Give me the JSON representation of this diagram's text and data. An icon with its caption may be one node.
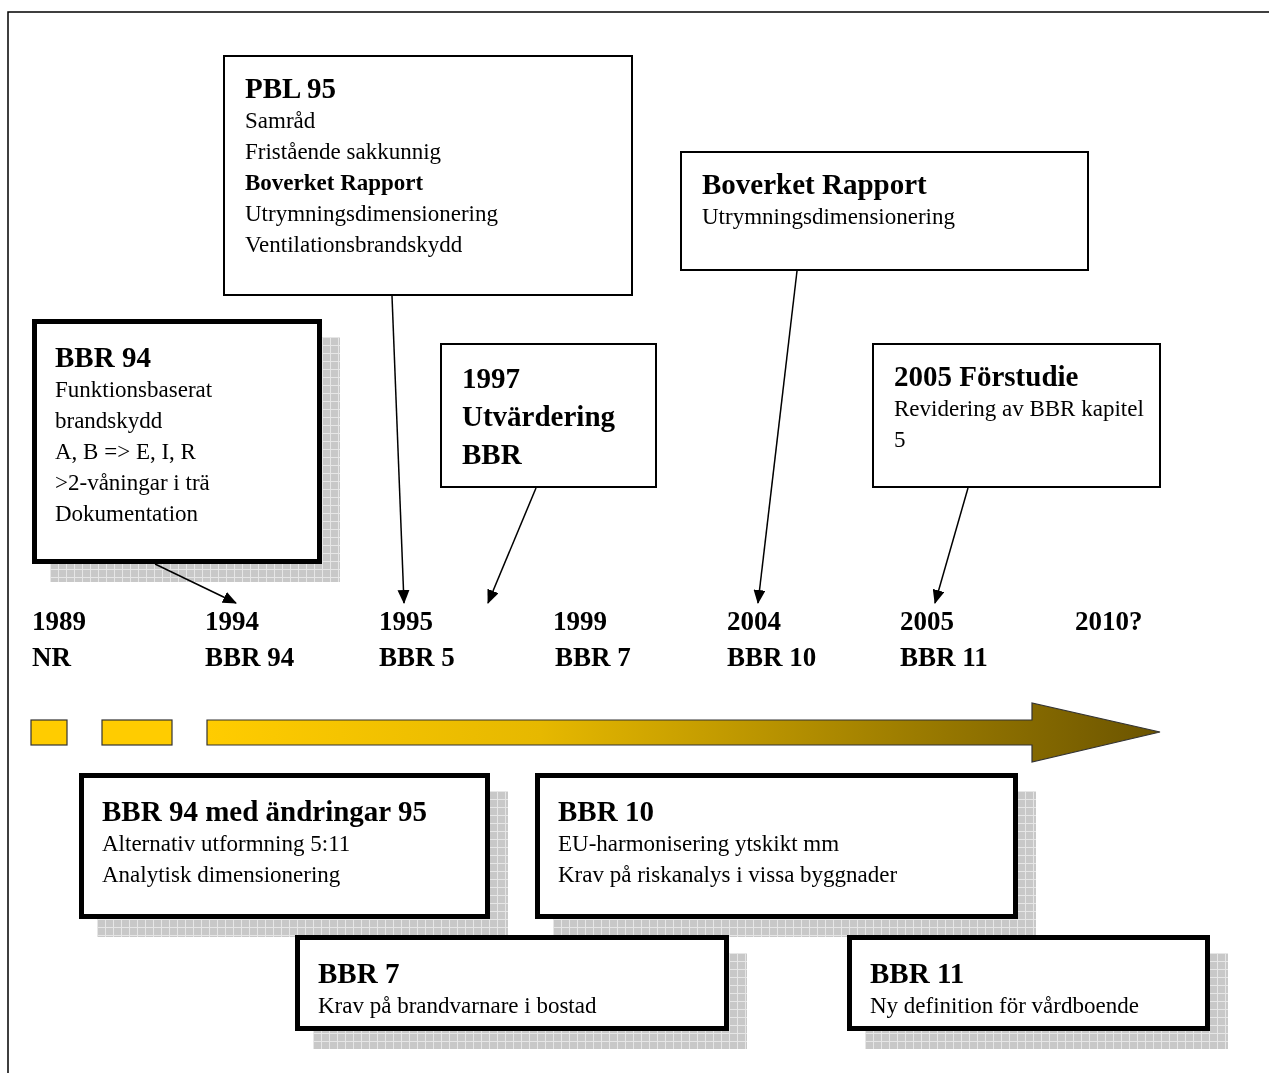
{
  "diagram": {
    "nodes": [
      {
        "text": [
          "PBL 95",
          "Samråd",
          "Fristående sakkunnig",
          "**Boverket Rapport**",
          "Utrymningsdimensionering",
          "Ventilationsbrandskydd"
        ]
      },
      {
        "text": [
          "Boverket Rapport",
          "Utrymningsdimensionering"
        ]
      },
      {
        "text": [
          "BBR 94",
          "Funktionsbaserat brandskydd",
          "A, B => E, I, R",
          ">2-våningar i trä",
          "Dokumentation"
        ]
      },
      {
        "text": [
          "1997 Utvärdering BBR"
        ]
      },
      {
        "text": [
          "2005 Förstudie",
          "Revidering av BBR kapitel 5"
        ]
      },
      {
        "text": [
          "1994",
          "BBR 94"
        ]
      },
      {
        "text": [
          "1995",
          "BBR 5"
        ]
      },
      {
        "text": [
          "2004",
          "BBR 10"
        ]
      },
      {
        "text": [
          "2005",
          "BBR 11"
        ]
      },
      {
        "text": [
          "BBR 94 med ändringar 95",
          "Alternativ utformning 5:11",
          "Analytisk dimensionering"
        ]
      },
      {
        "text": [
          "BBR 10",
          "EU-harmonisering ytskikt mm",
          "Krav på riskanalys i vissa byggnader"
        ]
      },
      {
        "text": [
          "BBR 7",
          "Krav på brandvarnare i bostad"
        ]
      },
      {
        "text": [
          "BBR 11",
          "Ny definition för vårdboende"
        ]
      }
    ],
    "edges": [
      {
        "from": 2,
        "to": 5,
        "arrow": "to"
      },
      {
        "from": 0,
        "to": 6,
        "arrow": "to"
      },
      {
        "from": 3,
        "to": 6,
        "arrow": "to"
      },
      {
        "from": 1,
        "to": 7,
        "arrow": "to"
      },
      {
        "from": 4,
        "to": 8,
        "arrow": "to"
      }
    ],
    "labels": [
      "1989",
      "NR",
      "1999",
      "BBR 7",
      "2010?"
    ]
  }
}
